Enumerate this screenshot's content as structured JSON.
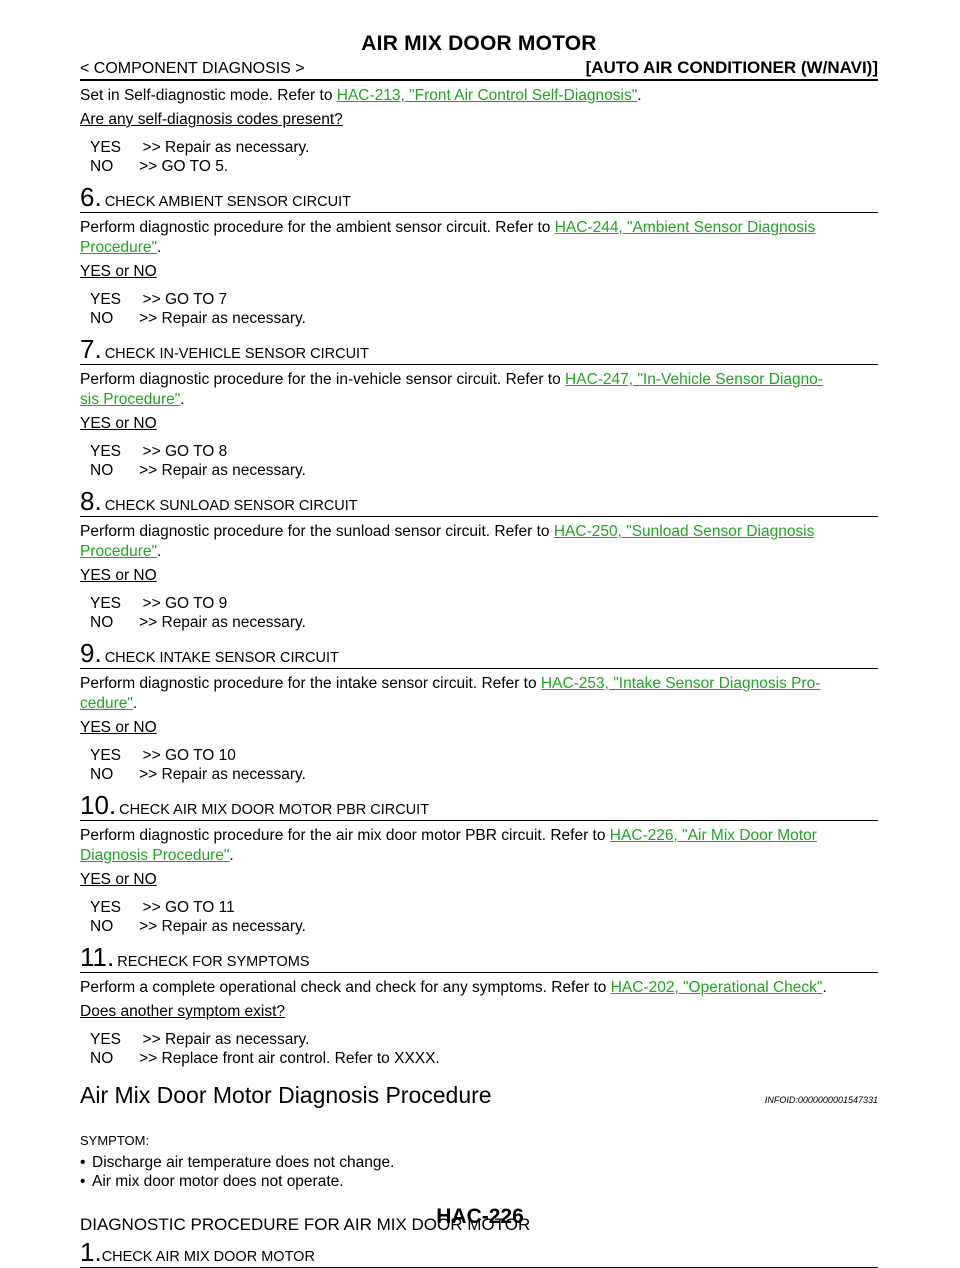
{
  "header": {
    "title": "AIR MIX DOOR MOTOR",
    "left": "< COMPONENT DIAGNOSIS >",
    "right": "[AUTO AIR CONDITIONER (W/NAVI)]"
  },
  "intro": {
    "text": "Set in Self-diagnostic mode. Refer to ",
    "link": "HAC-213, \"Front Air Control Self-Diagnosis\"",
    "question": "Are any self-diagnosis codes present?",
    "yes": "YES     >> Repair as necessary.",
    "no": "NO      >> GO TO 5."
  },
  "steps": [
    {
      "num": "6.",
      "title": "CHECK AMBIENT SENSOR CIRCUIT",
      "text": "Perform diagnostic procedure for the ambient sensor circuit. Refer to ",
      "link1": "HAC-244, \"Ambient Sensor Diagnosis",
      "link2": "Procedure\"",
      "question": "YES or NO",
      "yes": "YES     >> GO TO 7",
      "no": "NO      >> Repair as necessary."
    },
    {
      "num": "7.",
      "title": "CHECK IN-VEHICLE SENSOR CIRCUIT",
      "text": "Perform diagnostic procedure for the in-vehicle sensor circuit. Refer to ",
      "link1": "HAC-247, \"In-Vehicle Sensor Diagno-",
      "link2": "sis Procedure\"",
      "question": "YES or NO",
      "yes": "YES     >> GO TO 8",
      "no": "NO      >> Repair as necessary."
    },
    {
      "num": "8.",
      "title": "CHECK SUNLOAD SENSOR CIRCUIT",
      "text": "Perform diagnostic procedure for the sunload sensor circuit. Refer to ",
      "link1": "HAC-250, \"Sunload Sensor Diagnosis",
      "link2": "Procedure\"",
      "question": "YES or NO",
      "yes": "YES     >> GO TO 9",
      "no": "NO      >> Repair as necessary."
    },
    {
      "num": "9.",
      "title": "CHECK INTAKE SENSOR CIRCUIT",
      "text": "Perform diagnostic procedure for the intake sensor circuit. Refer to ",
      "link1": "HAC-253, \"Intake Sensor Diagnosis Pro-",
      "link2": "cedure\"",
      "question": "YES or NO",
      "yes": "YES     >> GO TO 10",
      "no": "NO      >> Repair as necessary."
    },
    {
      "num": "10.",
      "title": "CHECK AIR MIX DOOR MOTOR PBR CIRCUIT",
      "text": "Perform diagnostic procedure for the air mix door motor PBR circuit. Refer to ",
      "link1": "HAC-226, \"Air Mix Door Motor",
      "link2": "Diagnosis Procedure\"",
      "question": "YES or NO",
      "yes": "YES     >> GO TO 11",
      "no": "NO      >> Repair as necessary."
    }
  ],
  "step11": {
    "num": "11.",
    "title": "RECHECK FOR SYMPTOMS",
    "text": "Perform a complete operational check and check for any symptoms. Refer to ",
    "link": "HAC-202, \"Operational Check\"",
    "question": "Does another symptom exist?",
    "yes": "YES     >> Repair as necessary.",
    "no": "NO      >> Replace front air control. Refer to XXXX."
  },
  "section": {
    "title": "Air Mix Door Motor Diagnosis Procedure",
    "infoid": "INFOID:0000000001547331",
    "symptom_label": "SYMPTOM:",
    "bullets": [
      "Discharge air temperature does not change.",
      "Air mix door motor does not operate."
    ],
    "diag_title": "DIAGNOSTIC PROCEDURE FOR AIR MIX DOOR MOTOR",
    "step1_num": "1.",
    "step1_title": "CHECK AIR MIX DOOR MOTOR"
  },
  "footer": {
    "page_number": "HAC-226"
  },
  "colors": {
    "link": "#1fa51f",
    "text": "#000000"
  }
}
